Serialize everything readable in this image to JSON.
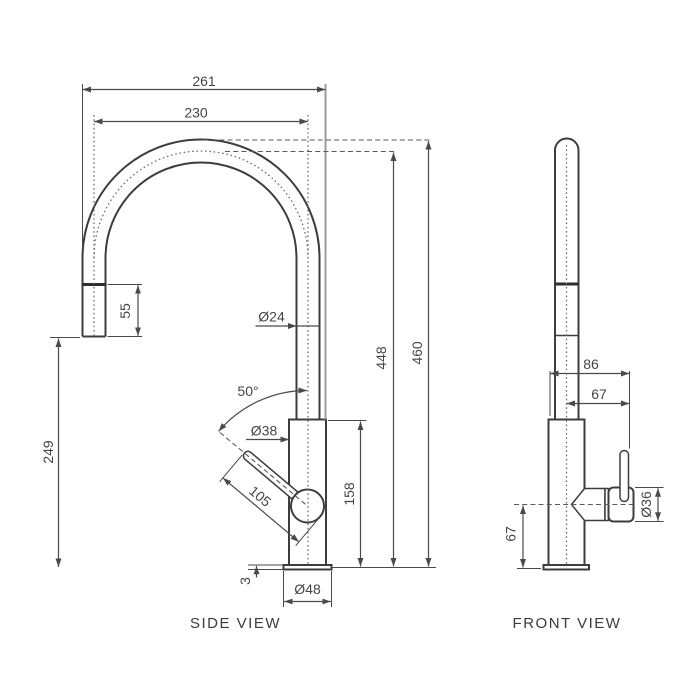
{
  "drawing": {
    "product": "pull-out gooseneck sink mixer technical drawing",
    "side": {
      "title": "SIDE VIEW",
      "dims": {
        "overall_reach": "261",
        "spout_reach": "230",
        "pullout_spray_length": "55",
        "spout_clearance_height": "249",
        "spout_tube_diameter": "Ø24",
        "handle_angle": "50°",
        "body_diameter": "Ø38",
        "handle_length": "105",
        "body_height": "158",
        "spout_outlet_height": "448",
        "overall_height": "460",
        "base_plate_thickness": "3",
        "base_diameter": "Ø48"
      }
    },
    "front": {
      "title": "FRONT VIEW",
      "dims": {
        "body_to_handle_width": "86",
        "center_to_handle_width": "67",
        "handle_hub_diameter": "Ø36",
        "handle_pivot_height": "67"
      }
    },
    "colors": {
      "background": "#ffffff",
      "object_line": "#3d3d3d",
      "dimension_line": "#4a4a4a",
      "extension_gray": "#9c9c9c",
      "text": "#454545"
    }
  }
}
